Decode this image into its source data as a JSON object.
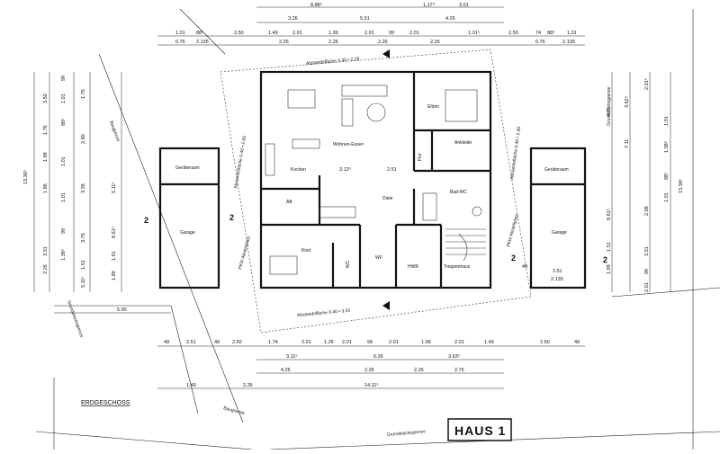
{
  "title": "ERDGESCHOSS",
  "house_label": "HAUS 1",
  "rooms": {
    "wohnen_essen": "Wohnen-Essen",
    "kochen": "Kochen",
    "eltern": "Eltern",
    "ankleide": "Ankleide",
    "flur": "Flur",
    "diele": "Diele",
    "bad_wc": "Bad-WC",
    "ab": "AB",
    "kind": "Kind",
    "wc": "WC",
    "hwr": "HWR",
    "treppenhaus": "Treppenhaus",
    "wf": "WF",
    "geraeteraum_left": "Geräteraum",
    "garage_left": "Garage",
    "geraeteraum_right": "Geräteraum",
    "garage_right": "Garage"
  },
  "boundary_labels": {
    "abstand_top": "Abstandsfläche 0.40 • 2.18",
    "abstand_bottom": "Abstandsfläche 0.40 • 3.55",
    "abstand_left": "Abstandsfläche 0.40 • 2.65",
    "abstand_right": "Abstandsfläche 0.40 • 2.60",
    "grenzbau_left": "Baugrenze",
    "grenzbau_bottom": "Baugrenze",
    "grundstuck_left": "Grundstücksgrenze",
    "grundstuck_bottom": "Grundstücksgrenze",
    "grundstuck_right": "Grundstücksgrenze",
    "pkw_left": "PKW Abstellplatz",
    "pkw_right": "PKW Abstellplatz"
  },
  "section_marks": {
    "left": "2",
    "left_inner": "2",
    "right_inner": "2",
    "right": "2"
  },
  "dims_top": {
    "row1": [
      "8.88⁵",
      "1.17⁵",
      "3.01"
    ],
    "row2": [
      "3.26",
      "5.51",
      "4.26"
    ],
    "row3_left": [
      "1.01",
      "88⁵",
      "2.50"
    ],
    "row3_mid": [
      "1.49",
      "2.01",
      "1.99",
      "2.01",
      "99",
      "2.01",
      "1.01⁵"
    ],
    "row3_right": [
      "2.50",
      "74",
      "88⁵",
      "1.01"
    ],
    "row4_left": [
      "0.76",
      "2.135"
    ],
    "row4_mid": [
      "2.26",
      "2.26",
      "2.26",
      "2.26"
    ],
    "row4_right": [
      "0.76",
      "2.135"
    ]
  },
  "dims_bottom": {
    "row1": [
      "49",
      "2.51",
      "49",
      "2.50",
      "1.74",
      "2.01",
      "1.26",
      "2.01",
      "99",
      "2.01",
      "1.99",
      "2.01",
      "1.49",
      "2.50",
      "49"
    ],
    "row2": [
      "3.11⁵",
      "6.26",
      "3.63⁵"
    ],
    "row3": [
      "4.26",
      "2.26",
      "2.26",
      "2.76"
    ],
    "row4": [
      "1.49",
      "2.26",
      "14.11⁵"
    ],
    "mid": [
      "3.12⁵",
      "2.51"
    ]
  },
  "dims_left": {
    "outer": "13.36⁵",
    "col1": [
      "3.50",
      "1.76",
      "1.89",
      "1.86",
      "3.51",
      "2.26"
    ],
    "col2": [
      "99",
      "1.01",
      "88⁵",
      "1.01",
      "1.01",
      "99",
      "1.38⁵"
    ],
    "col3": [
      "1.75",
      "2.60",
      "3.26",
      "3.75",
      "1.51",
      "5.11⁵"
    ],
    "col4": [
      "5.11⁵",
      "8.61⁵",
      "1.51",
      "1.99"
    ],
    "bottom": "5.90"
  },
  "dims_right": {
    "outer": "13.36⁵",
    "col1": [
      "4.75",
      "3.62⁵",
      "7.11",
      "8.61⁵",
      "1.51",
      "1.99"
    ],
    "col2": [
      "2.01⁵",
      "2.08",
      "3.51",
      "99",
      "2.01"
    ],
    "col3": [
      "1.01",
      "1.38⁵",
      "88⁵",
      "1.01"
    ],
    "garage_w": [
      "2.51",
      "2.135"
    ],
    "garage_side": "49"
  }
}
